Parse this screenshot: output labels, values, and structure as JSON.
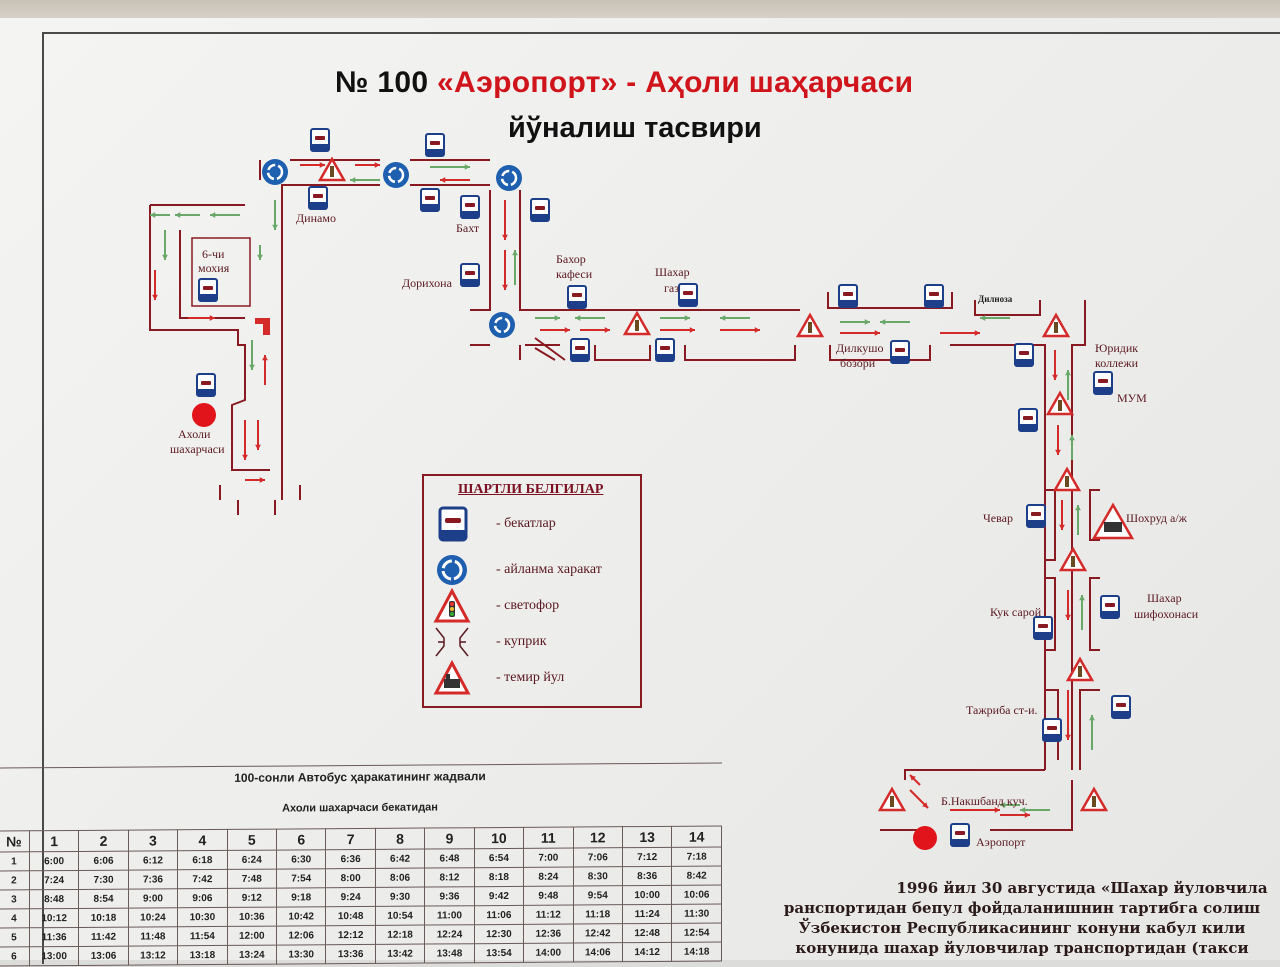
{
  "title": {
    "number": "№ 100",
    "route": "«Аэропорт» - Аҳоли шаҳарчаси",
    "subtitle": "йўналиш тасвири"
  },
  "map": {
    "stops": {
      "dinamo": "Динамо",
      "bakht": "Бахт",
      "dorikhona": "Дорихона",
      "bakhor_l1": "Бахор",
      "bakhor_l2": "кафеси",
      "gaz_l1": "Шахар",
      "gaz_l2": "газ",
      "dilnoza": "Дилноза",
      "dilkusho_l1": "Дилкушо",
      "dilkusho_l2": "бозори",
      "yuridik_l1": "Юридик",
      "yuridik_l2": "коллежи",
      "mum": "МУМ",
      "chevar": "Чевар",
      "shokhrud": "Шохруд а/ж",
      "kuk_saroy": "Кук сарой",
      "shifo_l1": "Шахар",
      "shifo_l2": "шифохонаси",
      "tajriba": "Тажриба ст-и.",
      "naqshband": "Б.Накшбанд куч.",
      "aeroport": "Аэропорт",
      "akholi_l1": "Ахоли",
      "akholi_l2": "шахарчаси",
      "mokhia_l1": "6-чи",
      "mokhia_l2": "мохия"
    },
    "colors": {
      "road": "#8a1a22",
      "arrow_red": "#d42a2a",
      "arrow_green": "#6aa86a",
      "stop": "#1d3f8a",
      "roundabout": "#1f5fb0",
      "terminal": "#e0141a"
    }
  },
  "legend": {
    "title": "ШАРТЛИ БЕЛГИЛАР",
    "items": [
      {
        "icon": "bus-stop-icon",
        "label": "- бекатлар"
      },
      {
        "icon": "roundabout-icon",
        "label": "- айланма харакат"
      },
      {
        "icon": "traffic-light-icon",
        "label": "- светофор"
      },
      {
        "icon": "bridge-icon",
        "label": "- куприк"
      },
      {
        "icon": "railway-icon",
        "label": "- темир йул"
      }
    ]
  },
  "schedule": {
    "title": "100-сонли Автобус ҳаракатининг жадвали",
    "subtitle": "Ахоли шахарчаси бекатидан",
    "headers": [
      "№",
      "1",
      "2",
      "3",
      "4",
      "5",
      "6",
      "7",
      "8",
      "9",
      "10",
      "11",
      "12",
      "13",
      "14"
    ],
    "rows": [
      [
        "1",
        "6:00",
        "6:06",
        "6:12",
        "6:18",
        "6:24",
        "6:30",
        "6:36",
        "6:42",
        "6:48",
        "6:54",
        "7:00",
        "7:06",
        "7:12",
        "7:18"
      ],
      [
        "2",
        "7:24",
        "7:30",
        "7:36",
        "7:42",
        "7:48",
        "7:54",
        "8:00",
        "8:06",
        "8:12",
        "8:18",
        "8:24",
        "8:30",
        "8:36",
        "8:42"
      ],
      [
        "3",
        "8:48",
        "8:54",
        "9:00",
        "9:06",
        "9:12",
        "9:18",
        "9:24",
        "9:30",
        "9:36",
        "9:42",
        "9:48",
        "9:54",
        "10:00",
        "10:06"
      ],
      [
        "4",
        "10:12",
        "10:18",
        "10:24",
        "10:30",
        "10:36",
        "10:42",
        "10:48",
        "10:54",
        "11:00",
        "11:06",
        "11:12",
        "11:18",
        "11:24",
        "11:30"
      ],
      [
        "5",
        "11:36",
        "11:42",
        "11:48",
        "11:54",
        "12:00",
        "12:06",
        "12:12",
        "12:18",
        "12:24",
        "12:30",
        "12:36",
        "12:42",
        "12:48",
        "12:54"
      ],
      [
        "6",
        "13:00",
        "13:06",
        "13:12",
        "13:18",
        "13:24",
        "13:30",
        "13:36",
        "13:42",
        "13:48",
        "13:54",
        "14:00",
        "14:06",
        "14:12",
        "14:18"
      ]
    ]
  },
  "law_text": [
    "1996 йил 30 августида «Шахар йуловчила",
    "ранспортидан бепул фойдаланишнин тартибга солиш",
    "Ўзбекистон Республикасининг конуни кабул кили",
    "конунида шахар йуловчилар транспортидан (такси"
  ]
}
